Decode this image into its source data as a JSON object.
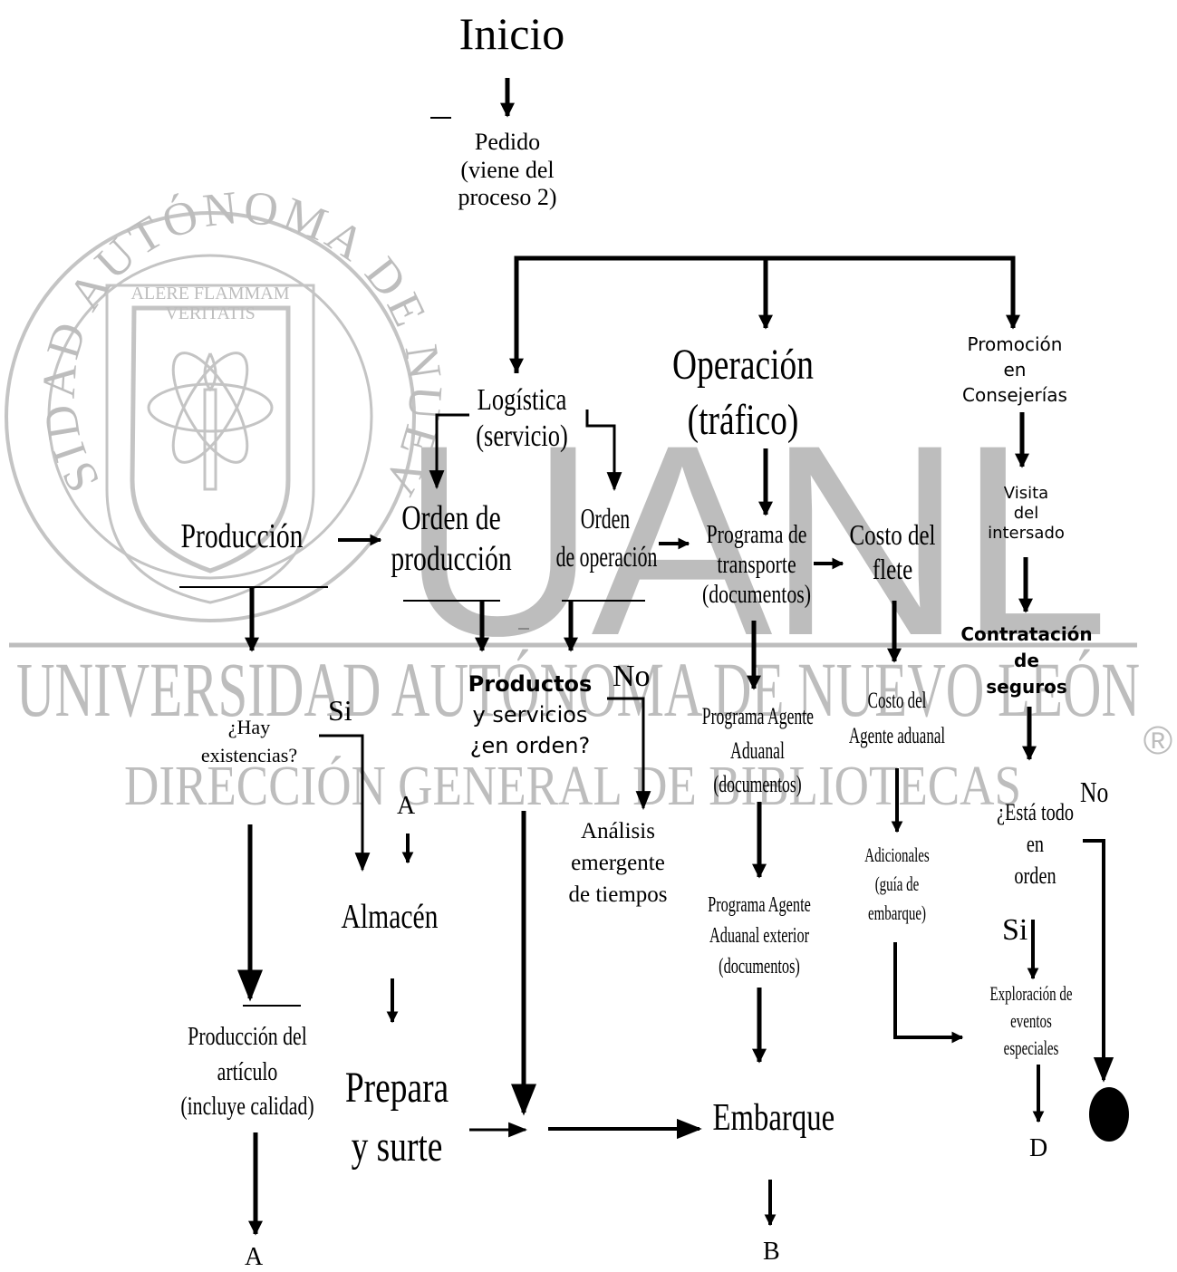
{
  "watermark": {
    "ring_text": "UNIVERSIDAD AUTÓNOMA DE NUEVO LEÓN",
    "motto_line1": "ALERE FLAMMAM",
    "motto_line2": "VERITATIS",
    "big_letters": "UANL",
    "university": "UNIVERSIDAD AUTÓNOMA DE NUEVO LEÓN",
    "direction": "DIRECCIÓN GENERAL DE BIBLIOTECAS",
    "registered": "®",
    "color": "#bdbdbd"
  },
  "nodes": {
    "inicio": "Inicio",
    "pedido": [
      "Pedido",
      "(viene del",
      "proceso 2)"
    ],
    "logistica": [
      "Logística",
      "(servicio)"
    ],
    "operacion": [
      "Operación",
      "(tráfico)"
    ],
    "promocion": [
      "Promoción",
      "en",
      "Consejerías"
    ],
    "produccion": "Producción",
    "orden_produccion": [
      "Orden de",
      "producción"
    ],
    "orden_operacion": [
      "Orden",
      "de operación"
    ],
    "programa_transporte": [
      "Programa de",
      "transporte",
      "(documentos)"
    ],
    "costo_flete": [
      "Costo del",
      "flete"
    ],
    "visita": [
      "Visita",
      "del",
      "intersado"
    ],
    "contratacion": [
      "Contratación",
      "de",
      "seguros"
    ],
    "hay_existencias": [
      "¿Hay",
      "existencias?"
    ],
    "productos_orden": [
      "Productos",
      "y servicios",
      "¿en orden?"
    ],
    "programa_agente": [
      "Programa Agente",
      "Aduanal",
      "(documentos)"
    ],
    "costo_agente": [
      "Costo del",
      "Agente aduanal"
    ],
    "esta_todo": [
      "¿Está todo",
      "en",
      "orden"
    ],
    "analisis": [
      "Análisis",
      "emergente",
      "de tiempos"
    ],
    "adicionales": [
      "Adicionales",
      "(guía de",
      "embarque)"
    ],
    "almacen": "Almacén",
    "programa_exterior": [
      "Programa Agente",
      "Aduanal exterior",
      "(documentos)"
    ],
    "exploracion": [
      "Exploración de",
      "eventos",
      "especiales"
    ],
    "produccion_articulo": [
      "Producción del",
      "artículo",
      "(incluye calidad)"
    ],
    "prepara": [
      "Prepara",
      "y surte"
    ],
    "embarque": "Embarque"
  },
  "labels": {
    "si_existencias": "Si",
    "no_productos": "No",
    "no_esta_todo": "No",
    "si_esta_todo": "Si",
    "connector_a_top": "A",
    "connector_a_bottom": "A",
    "connector_b": "B",
    "connector_d": "D"
  }
}
